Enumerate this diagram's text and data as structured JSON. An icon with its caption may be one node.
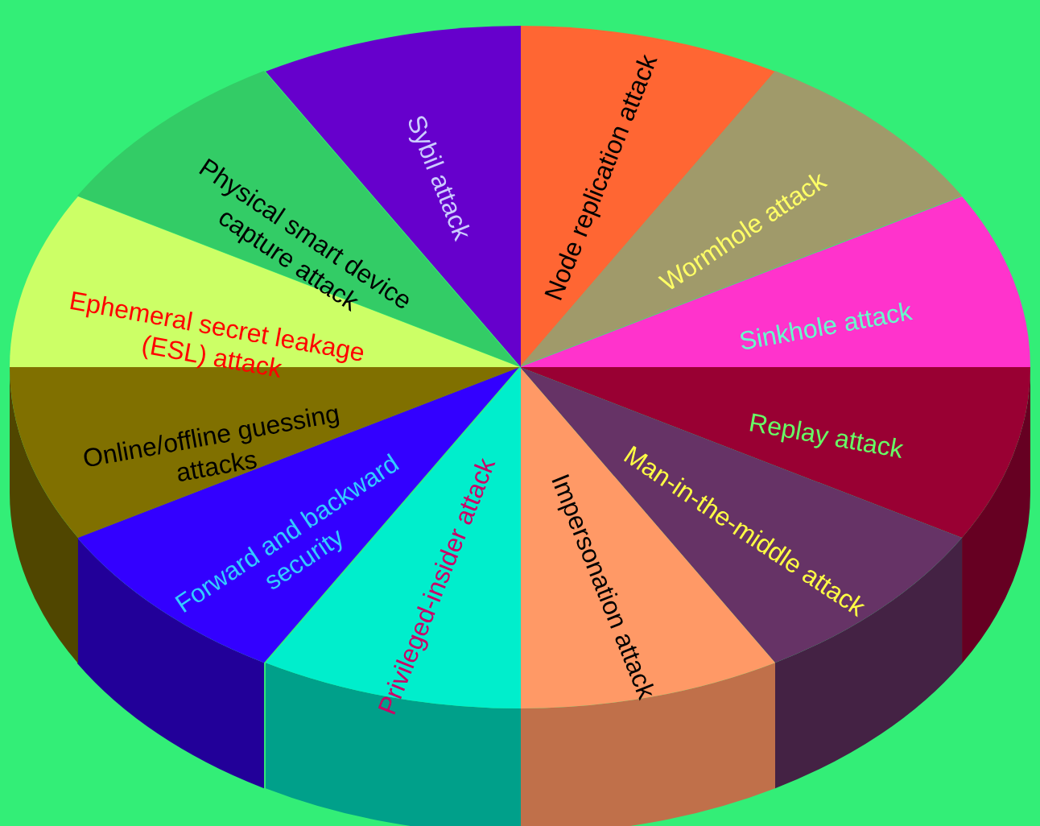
{
  "diagram": {
    "nodes": [
      {
        "text": [
          "Node replication attack"
        ]
      },
      {
        "text": [
          "Wormhole attack"
        ]
      },
      {
        "text": [
          "Sinkhole attack"
        ]
      },
      {
        "text": [
          "Replay attack"
        ]
      },
      {
        "text": [
          "Man-in-the-middle attack"
        ]
      },
      {
        "text": [
          "Impersonation attack"
        ]
      },
      {
        "text": [
          "Privileged-insider attack"
        ]
      },
      {
        "text": [
          "Forward and backward security"
        ]
      },
      {
        "text": [
          "Online/offline guessing attacks"
        ]
      },
      {
        "text": [
          "Ephemeral secret leakage (ESL) attack"
        ]
      },
      {
        "text": [
          "Physical smart device capture attack"
        ]
      },
      {
        "text": [
          "Sybil attack"
        ]
      }
    ]
  }
}
